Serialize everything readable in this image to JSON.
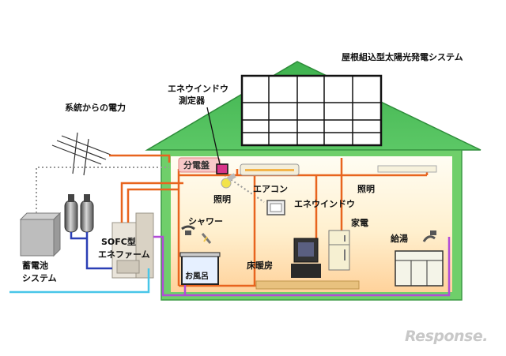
{
  "labels": {
    "solar_system": "屋根組込型太陽光発電システム",
    "grid_power": "系統からの電力",
    "monitor_device_line1": "エネウインドウ",
    "monitor_device_line2": "測定器",
    "distribution_board": "分電盤",
    "lighting_left": "照明",
    "aircon": "エアコン",
    "lighting_right": "照明",
    "ene_window": "エネウインドウ",
    "shower": "シャワー",
    "appliances": "家電",
    "sofc_line1": "SOFC型",
    "sofc_line2": "エネファーム",
    "battery_line1": "蓄電池",
    "battery_line2": "システム",
    "floor_heating": "床暖房",
    "hot_water": "給湯",
    "bath": "お風呂"
  },
  "watermark": "Response.",
  "colors": {
    "roof_green": "#4cba5a",
    "wall_green": "#6fcf6a",
    "interior_light": "#fffbe6",
    "interior_warm": "#ffd9a8",
    "power_line": "#e8641e",
    "gas_line": "#2b3fb5",
    "water_line": "#b24cd8",
    "pipe_cyan": "#48c6e8",
    "signal_dotted": "#999999"
  }
}
